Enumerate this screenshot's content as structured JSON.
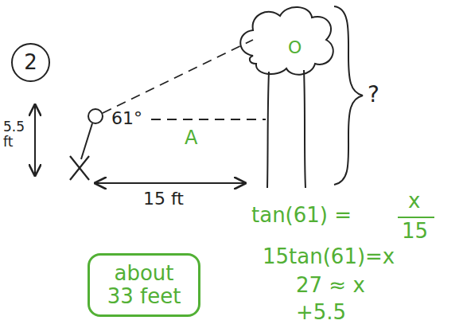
{
  "diagram": {
    "nodes": [
      {
        "text": [
          "2"
        ]
      },
      {
        "text": [
          "about 33 feet"
        ]
      }
    ],
    "labels": [
      "61°",
      "A",
      "O",
      "?",
      "5.5 ft",
      "15 ft",
      "tan(61) =",
      "x",
      "15",
      "15tan(61)=x",
      "27 ≈ x",
      "+5.5"
    ]
  }
}
